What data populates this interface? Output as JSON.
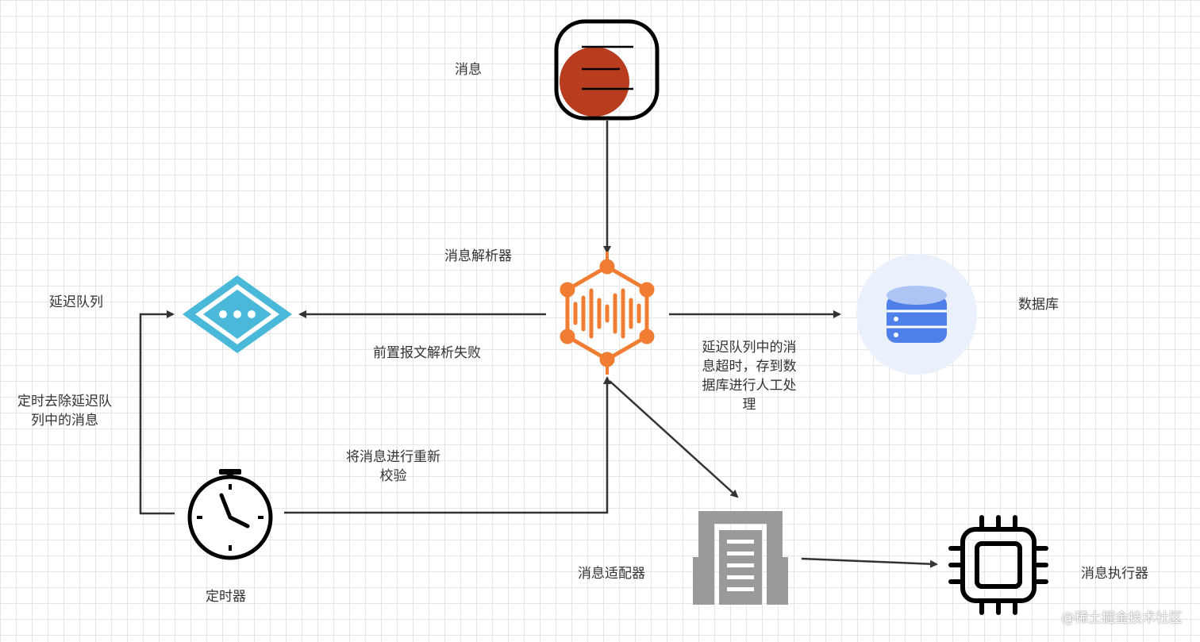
{
  "nodes": {
    "message": {
      "label": "消息"
    },
    "parser": {
      "label": "消息解析器"
    },
    "delay_queue": {
      "label": "延迟队列"
    },
    "database": {
      "label": "数据库"
    },
    "timer": {
      "label": "定时器"
    },
    "adapter": {
      "label": "消息适配器"
    },
    "executor": {
      "label": "消息执行器"
    }
  },
  "edges": {
    "parse_fail": {
      "label": "前置报文解析失败"
    },
    "timeout_store": {
      "label_lines": [
        "延迟队列中的消",
        "息超时，存到数",
        "据库进行人工处",
        "理"
      ]
    },
    "timer_remove": {
      "label_lines": [
        "定时去除延迟队",
        "列中的消息"
      ]
    },
    "revalidate": {
      "label_lines": [
        "将消息进行重新",
        "校验"
      ]
    }
  },
  "watermark": "@稀土掘金技术社区",
  "colors": {
    "message_icon": "#b83c1e",
    "parser_icon": "#f07d32",
    "queue_icon": "#4ab8d8",
    "database_icon": "#4f7fe8",
    "database_halo": "#eaf1fd",
    "adapter_icon": "#9a9a9a",
    "arrow": "#333333"
  }
}
